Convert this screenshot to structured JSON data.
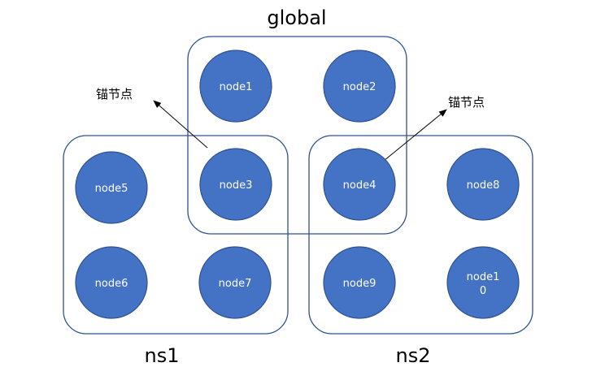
{
  "colors": {
    "node_fill": "#4472c4",
    "node_stroke": "#2f528f",
    "group_stroke": "#2f528f",
    "node_text": "#ffffff",
    "label_text": "#000000",
    "arrow": "#000000"
  },
  "groups": {
    "global": {
      "label": "global"
    },
    "ns1": {
      "label": "ns1"
    },
    "ns2": {
      "label": "ns2"
    }
  },
  "nodes": {
    "node1": {
      "label": "node1"
    },
    "node2": {
      "label": "node2"
    },
    "node3": {
      "label": "node3"
    },
    "node4": {
      "label": "node4"
    },
    "node5": {
      "label": "node5"
    },
    "node6": {
      "label": "node6"
    },
    "node7": {
      "label": "node7"
    },
    "node8": {
      "label": "node8"
    },
    "node9": {
      "label": "node9"
    },
    "node10": {
      "label_line1": "node1",
      "label_line2": "0"
    }
  },
  "anchors": {
    "left": {
      "label": "锚节点"
    },
    "right": {
      "label": "锚节点"
    }
  }
}
